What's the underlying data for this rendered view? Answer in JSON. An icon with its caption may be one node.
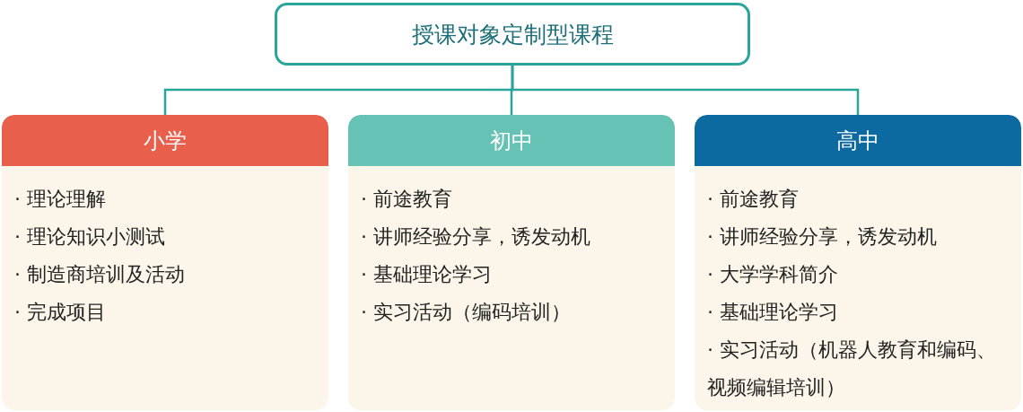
{
  "diagram": {
    "nodes": [
      {
        "text": [
          "授课对象定制型课程"
        ]
      },
      {
        "text": [
          "小学",
          "· 理论理解",
          "· 理论知识小测试",
          "· 制造商培训及活动",
          "· 完成项目"
        ]
      },
      {
        "text": [
          "初中",
          "· 前途教育",
          "· 讲师经验分享，诱发动机",
          "· 基础理论学习",
          "· 实习活动（编码培训）"
        ]
      },
      {
        "text": [
          "高中",
          "· 前途教育",
          "· 讲师经验分享，诱发动机",
          "· 大学学科简介",
          "· 基础理论学习",
          "· 实习活动（机器人教育和编码、视频编辑培训）"
        ]
      }
    ],
    "edges": [
      {
        "from": 0,
        "to": 1,
        "arrow": "none"
      },
      {
        "from": 0,
        "to": 2,
        "arrow": "none"
      },
      {
        "from": 0,
        "to": 3,
        "arrow": "none"
      }
    ]
  }
}
